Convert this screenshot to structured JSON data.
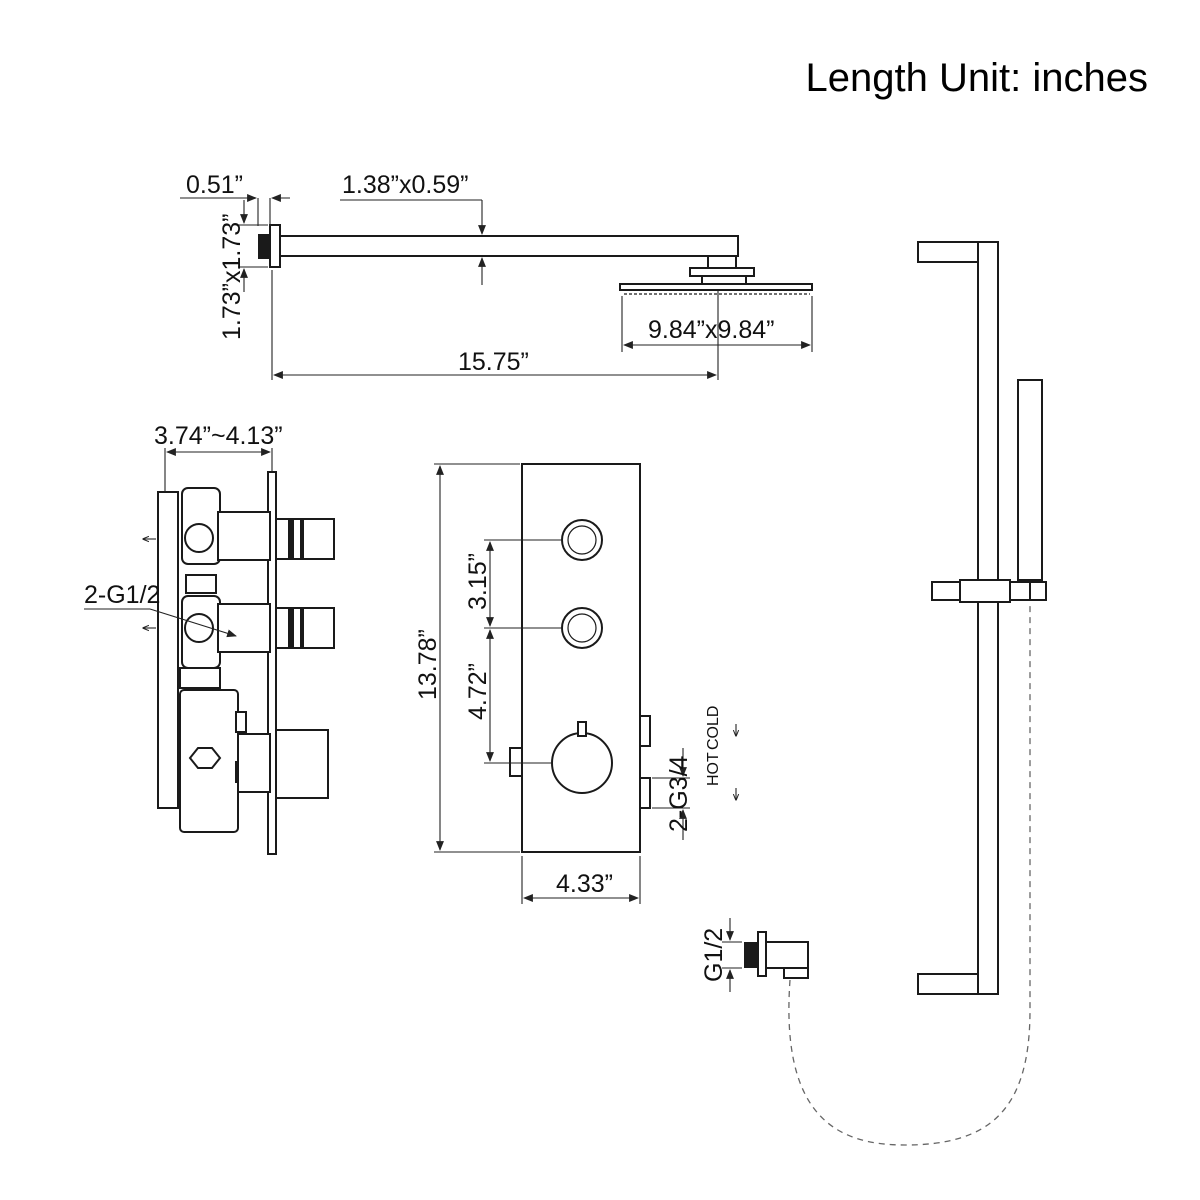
{
  "title": "Length Unit: inches",
  "dimensions": {
    "arm_depth": "0.51”",
    "arm_section": "1.38”x0.59”",
    "flange_size": "1.73”x1.73”",
    "head_size": "9.84”x9.84”",
    "arm_length": "15.75”",
    "valve_depth": "3.74”~4.13”",
    "outlet_thread": "2-G1/2",
    "panel_height": "13.78”",
    "button_spacing": "3.15”",
    "button_to_handle": "4.72”",
    "panel_width": "4.33”",
    "inlet_thread": "2-G3/4",
    "elbow_thread": "G1/2"
  },
  "labels": {
    "hot": "HOT",
    "cold": "COLD"
  }
}
